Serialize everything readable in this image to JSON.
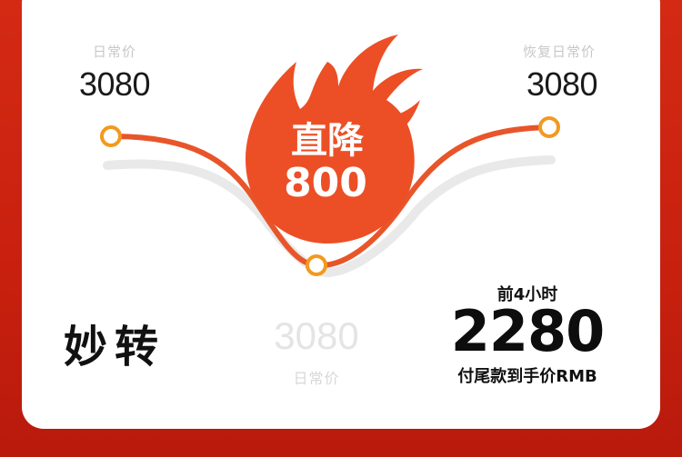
{
  "left_point": {
    "label": "日常价",
    "price": "3080"
  },
  "right_point": {
    "label": "恢复日常价",
    "price": "3080"
  },
  "badge": {
    "line1": "直降",
    "line2": "800"
  },
  "brand": "妙转",
  "ghost": {
    "price": "3080",
    "label": "日常价"
  },
  "final": {
    "top": "前4小时",
    "price": "2280",
    "bottom": "付尾款到手价RMB"
  },
  "colors": {
    "background": "#d42a14",
    "accent": "#e8552a",
    "dot_ring": "#f29a1f"
  }
}
